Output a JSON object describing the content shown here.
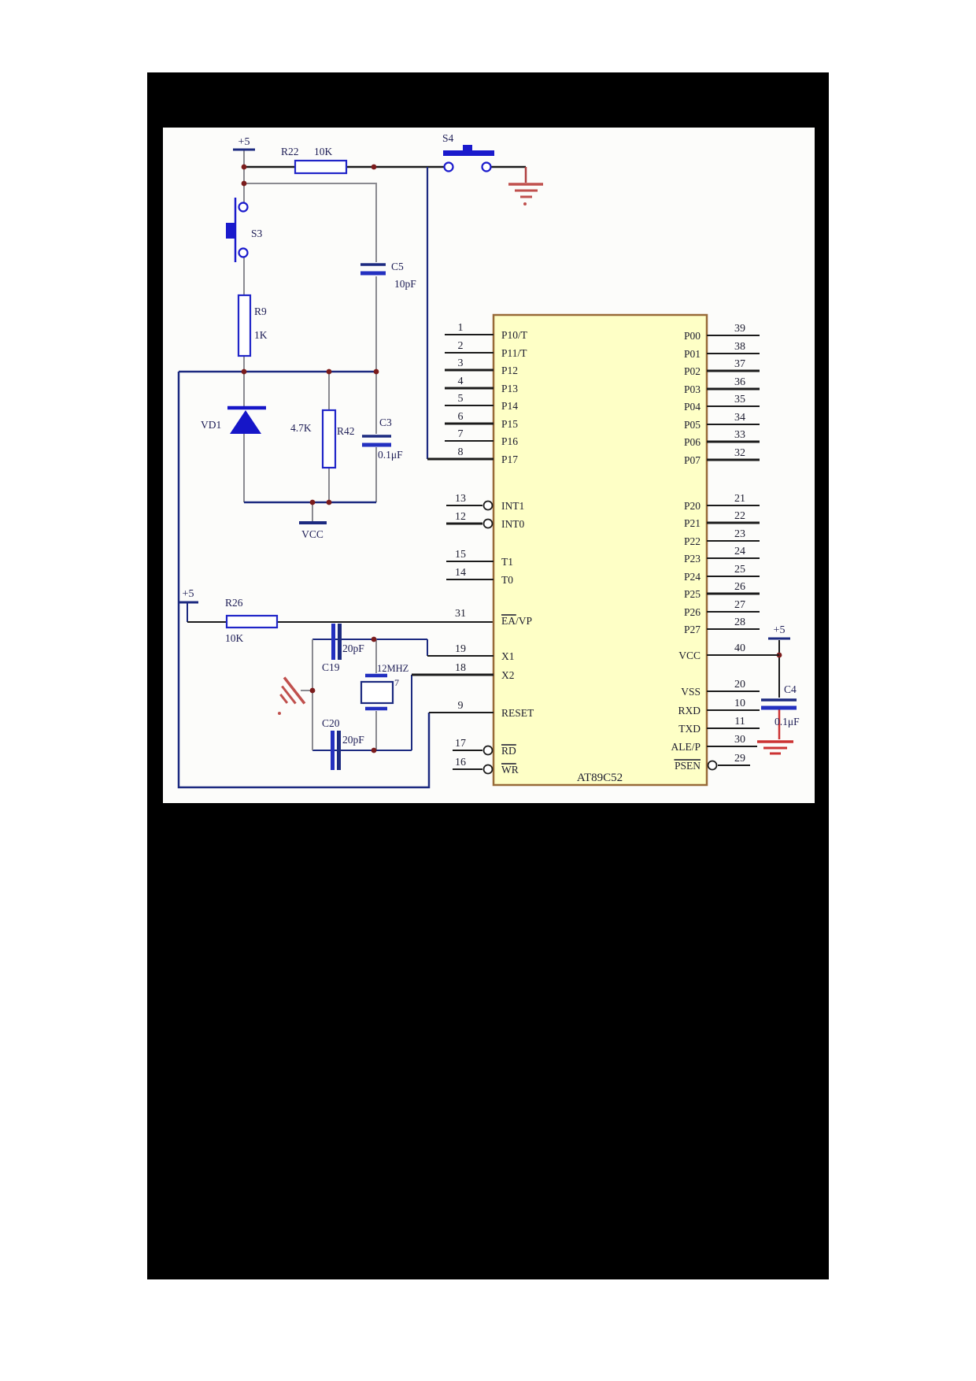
{
  "window": {
    "page_background": "#ffffff",
    "scan_background": "#000000",
    "diagram_background": "#fcfcfa"
  },
  "schematic": {
    "chip": {
      "name": "AT89C52",
      "body_fill": "#feffc6",
      "body_border": "#986a38"
    },
    "left_pins": [
      {
        "num": "1",
        "label": "P10/T"
      },
      {
        "num": "2",
        "label": "P11/T"
      },
      {
        "num": "3",
        "label": "P12"
      },
      {
        "num": "4",
        "label": "P13"
      },
      {
        "num": "5",
        "label": "P14"
      },
      {
        "num": "6",
        "label": "P15"
      },
      {
        "num": "7",
        "label": "P16"
      },
      {
        "num": "8",
        "label": "P17"
      },
      {
        "num": "13",
        "label": "INT1",
        "bubble": true
      },
      {
        "num": "12",
        "label": "INT0",
        "bubble": true
      },
      {
        "num": "15",
        "label": "T1"
      },
      {
        "num": "14",
        "label": "T0"
      },
      {
        "num": "31",
        "label": "EA/VP",
        "overline": "EA"
      },
      {
        "num": "19",
        "label": "X1"
      },
      {
        "num": "18",
        "label": "X2"
      },
      {
        "num": "9",
        "label": "RESET"
      },
      {
        "num": "17",
        "label": "RD",
        "bubble": true,
        "overline": "RD"
      },
      {
        "num": "16",
        "label": "WR",
        "bubble": true,
        "overline": "WR"
      }
    ],
    "right_pins": [
      {
        "num": "39",
        "label": "P00"
      },
      {
        "num": "38",
        "label": "P01"
      },
      {
        "num": "37",
        "label": "P02"
      },
      {
        "num": "36",
        "label": "P03"
      },
      {
        "num": "35",
        "label": "P04"
      },
      {
        "num": "34",
        "label": "P05"
      },
      {
        "num": "33",
        "label": "P06"
      },
      {
        "num": "32",
        "label": "P07"
      },
      {
        "num": "21",
        "label": "P20"
      },
      {
        "num": "22",
        "label": "P21"
      },
      {
        "num": "23",
        "label": "P22"
      },
      {
        "num": "24",
        "label": "P23"
      },
      {
        "num": "25",
        "label": "P24"
      },
      {
        "num": "26",
        "label": "P25"
      },
      {
        "num": "27",
        "label": "P26"
      },
      {
        "num": "28",
        "label": "P27"
      },
      {
        "num": "40",
        "label": "VCC"
      },
      {
        "num": "20",
        "label": "VSS"
      },
      {
        "num": "10",
        "label": "RXD"
      },
      {
        "num": "11",
        "label": "TXD"
      },
      {
        "num": "30",
        "label": "ALE/P"
      },
      {
        "num": "29",
        "label": "PSEN",
        "bubble": true,
        "overline": "PSEN"
      }
    ],
    "labels": {
      "power_top": "+5",
      "power_left": "+5",
      "power_right": "+5",
      "r22_name": "R22",
      "r22_value": "10K",
      "s4": "S4",
      "s3": "S3",
      "r9_name": "R9",
      "r9_value": "1K",
      "c5_name": "C5",
      "c5_value": "10pF",
      "vd1": "VD1",
      "r42_value": "4.7K",
      "r42_name": "R42",
      "c3_name": "C3",
      "c3_value": "0.1μF",
      "vcc": "VCC",
      "r26_name": "R26",
      "r26_value": "10K",
      "c19_name": "C19",
      "c19_value": "20pF",
      "crystal_freq": "12MHZ",
      "crystal_pin": "7",
      "c20_name": "C20",
      "c20_value": "20pF",
      "c4_name": "C4",
      "c4_value": "0.1μF"
    },
    "colors": {
      "wire_black": "#1b1b1b",
      "wire_navy": "#1c2a80",
      "wire_gray": "#8a8a90",
      "component_blue": "#2025c8",
      "junction_red": "#7b1c1c",
      "ground_red": "#c0504d",
      "ground_red2": "#cc3333",
      "label_ink": "#1d1d55"
    }
  }
}
